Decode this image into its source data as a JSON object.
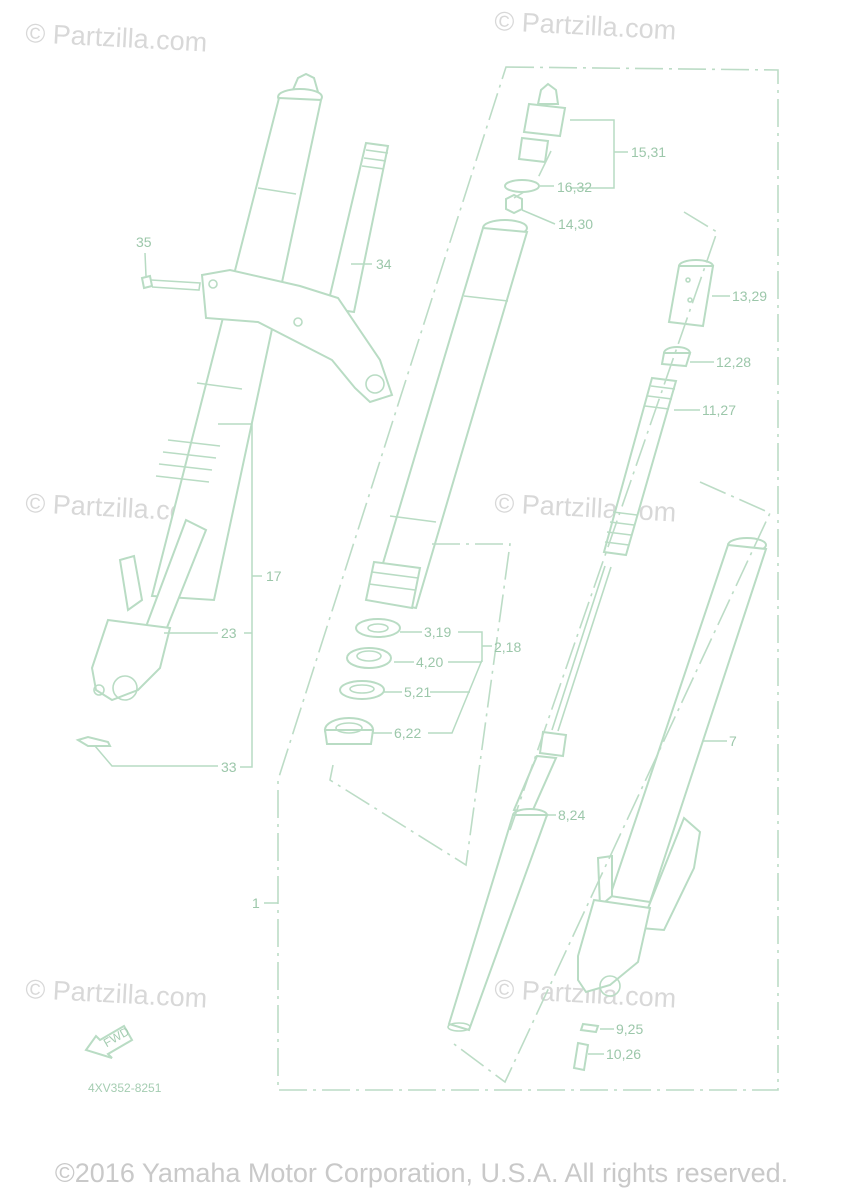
{
  "watermark": "© Partzilla.com",
  "callouts": {
    "c35": "35",
    "c34": "34",
    "c17": "17",
    "c23": "23",
    "c33": "33",
    "c15_31": "15,31",
    "c16_32": "16,32",
    "c14_30": "14,30",
    "c13_29": "13,29",
    "c12_28": "12,28",
    "c11_27": "11,27",
    "c2_18": "2,18",
    "c3_19": "3,19",
    "c4_20": "4,20",
    "c5_21": "5,21",
    "c6_22": "6,22",
    "c8_24": "8,24",
    "c7": "7",
    "c1": "1",
    "c9_25": "9,25",
    "c10_26": "10,26"
  },
  "fwd_label": "FWD",
  "diagram_code": "4XV352-8251",
  "copyright": "©2016 Yamaha Motor Corporation, U.S.A. All rights reserved."
}
